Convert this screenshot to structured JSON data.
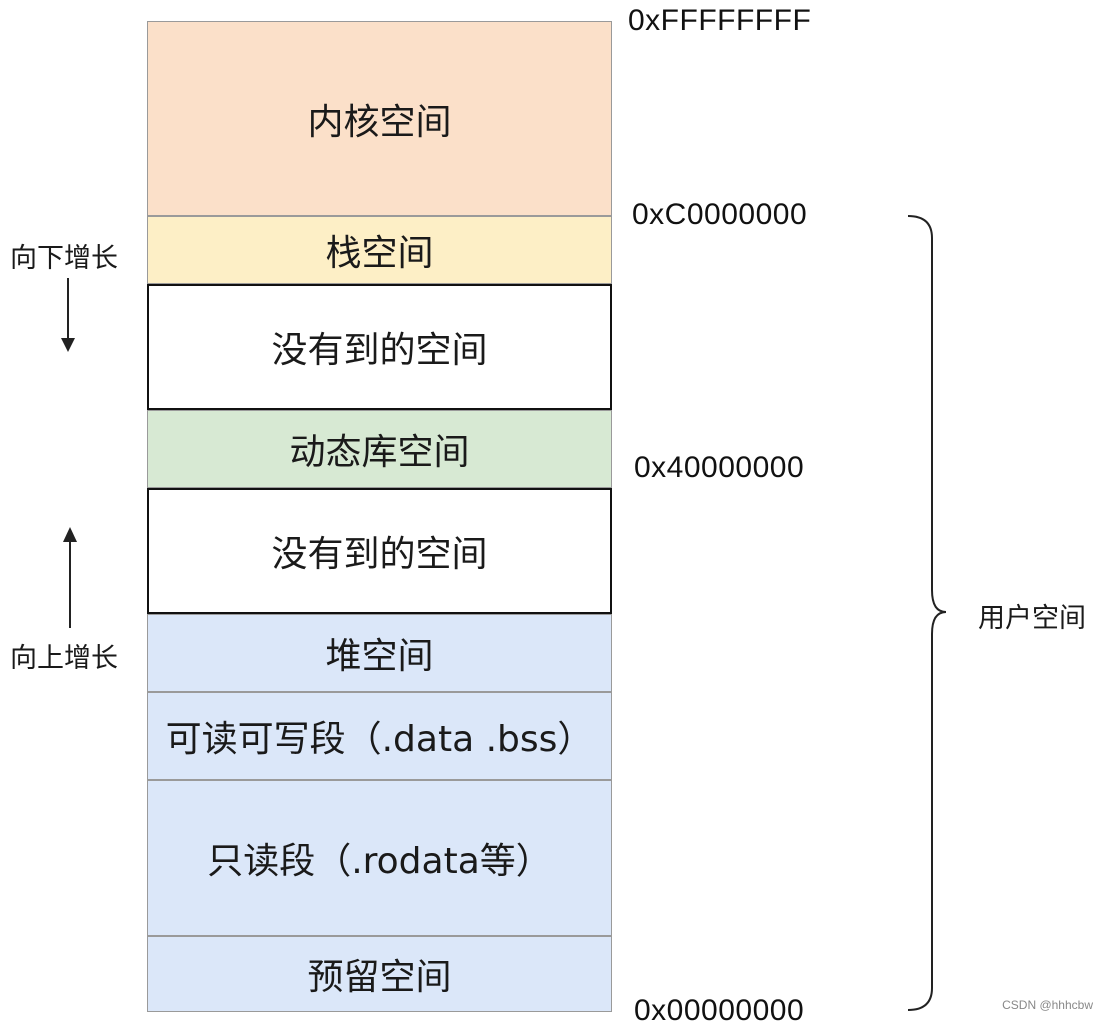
{
  "segments": {
    "kernel": "内核空间",
    "stack": "栈空间",
    "unmapped_top": "没有到的空间",
    "shared_lib": "动态库空间",
    "unmapped_bottom": "没有到的空间",
    "heap": "堆空间",
    "data_bss": "可读可写段（.data .bss）",
    "rodata": "只读段（.rodata等）",
    "reserved": "预留空间"
  },
  "addresses": {
    "top": "0xFFFFFFFF",
    "kernel_boundary": "0xC0000000",
    "lib_base": "0x40000000",
    "bottom": "0x00000000"
  },
  "labels": {
    "grow_down": "向下增长",
    "grow_up": "向上增长",
    "user_space": "用户空间"
  },
  "colors": {
    "kernel": "#fbe0c9",
    "stack": "#fdefc6",
    "shared_lib": "#d7e9d3",
    "user_blue": "#dbe7f9",
    "unmapped": "#ffffff"
  },
  "watermark": "CSDN @hhhcbw"
}
